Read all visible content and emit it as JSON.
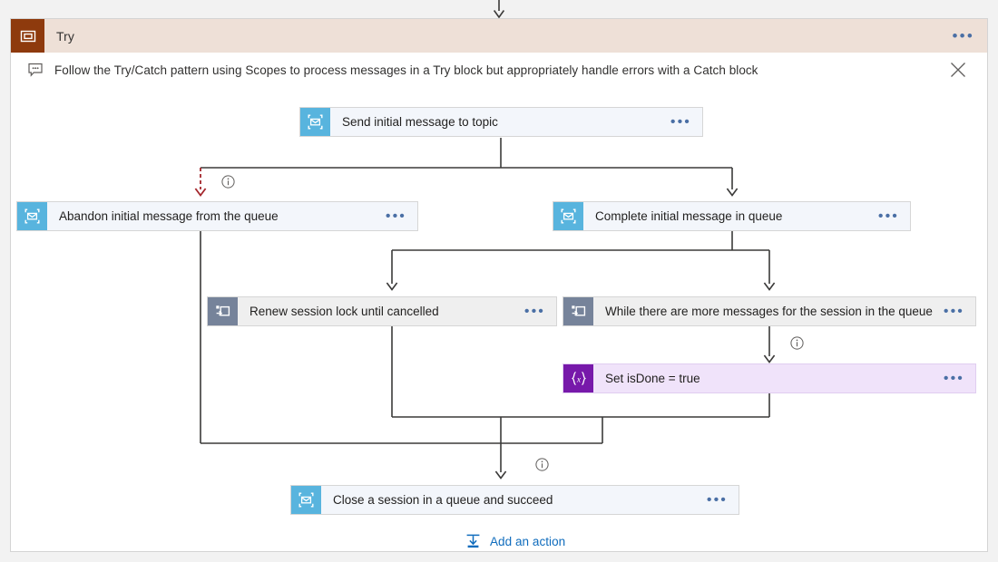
{
  "scope": {
    "title": "Try",
    "icon": "scope-icon",
    "icon_color": "#8E3A0D",
    "header_bg": "#EEE0D7",
    "menu_label": "•••"
  },
  "description": {
    "icon": "comment-icon",
    "text": "Follow the Try/Catch pattern using Scopes to process messages in a Try block but appropriately handle errors with a Catch block",
    "close_label": "close-icon"
  },
  "colors": {
    "servicebus_icon": "#58B4DE",
    "servicebus_bg": "#F3F6FB",
    "loop_icon": "#76839A",
    "loop_bg": "#EFEFEF",
    "variable_icon": "#7719AA",
    "variable_bg": "#F0E3FA",
    "edge": "#3B3A39",
    "run_after_edge": "#A4262C",
    "link": "#0F6CBD"
  },
  "nodes": [
    {
      "id": "send-initial-message-to-topic",
      "label": "Send initial message to topic",
      "icon": "service-bus-icon",
      "kind": "servicebus",
      "menu_label": "•••"
    },
    {
      "id": "abandon-initial-message-from-the-queue",
      "label": "Abandon initial message from the queue",
      "icon": "service-bus-icon",
      "kind": "servicebus",
      "menu_label": "•••"
    },
    {
      "id": "complete-initial-message-in-queue",
      "label": "Complete initial message in queue",
      "icon": "service-bus-icon",
      "kind": "servicebus",
      "menu_label": "•••"
    },
    {
      "id": "renew-session-lock-until-cancelled",
      "label": "Renew session lock until cancelled",
      "icon": "until-loop-icon",
      "kind": "loop",
      "menu_label": "•••"
    },
    {
      "id": "while-there-are-more-messages-for-the-session-in-the-queue",
      "label": "While there are more messages for the session in the queue",
      "icon": "until-loop-icon",
      "kind": "loop",
      "menu_label": "•••"
    },
    {
      "id": "set-isdone-true",
      "label": "Set isDone = true",
      "icon": "variable-icon",
      "kind": "variable",
      "menu_label": "•••"
    },
    {
      "id": "close-a-session-in-a-queue-and-succeed",
      "label": "Close a session in a queue and succeed",
      "icon": "service-bus-icon",
      "kind": "servicebus",
      "menu_label": "•••"
    }
  ],
  "info_badges": [
    {
      "id": "info-abandon",
      "icon": "info-icon"
    },
    {
      "id": "info-set-isdone",
      "icon": "info-icon"
    },
    {
      "id": "info-close-session",
      "icon": "info-icon"
    }
  ],
  "add_action": {
    "label": "Add an action",
    "icon": "insert-action-icon"
  }
}
